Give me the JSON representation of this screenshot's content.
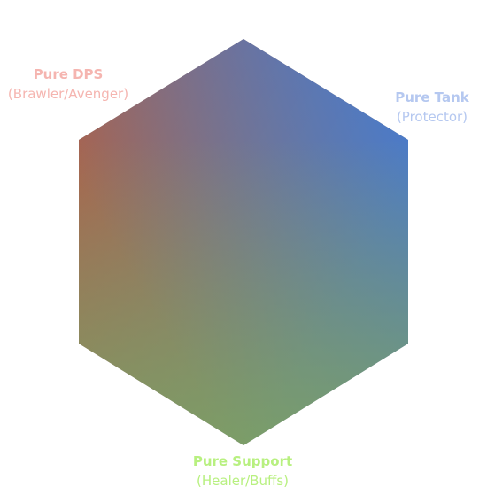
{
  "diagram": {
    "corners": [
      {
        "key": "dps",
        "title": "Pure DPS",
        "subtitle": "(Brawler/Avenger)",
        "label_color": "#f5b5b0",
        "vertex_color": "#b85a3c"
      },
      {
        "key": "tank",
        "title": "Pure Tank",
        "subtitle": "(Protector)",
        "label_color": "#b5c8f0",
        "vertex_color": "#3a7ae0"
      },
      {
        "key": "support",
        "title": "Pure Support",
        "subtitle": "(Healer/Buffs)",
        "label_color": "#b8f080",
        "vertex_color": "#7aab5e"
      }
    ],
    "top_vertex_color": "#7a50a8",
    "right_lower_vertex_color": "#4aa0a0",
    "left_lower_vertex_color": "#a48a40"
  }
}
